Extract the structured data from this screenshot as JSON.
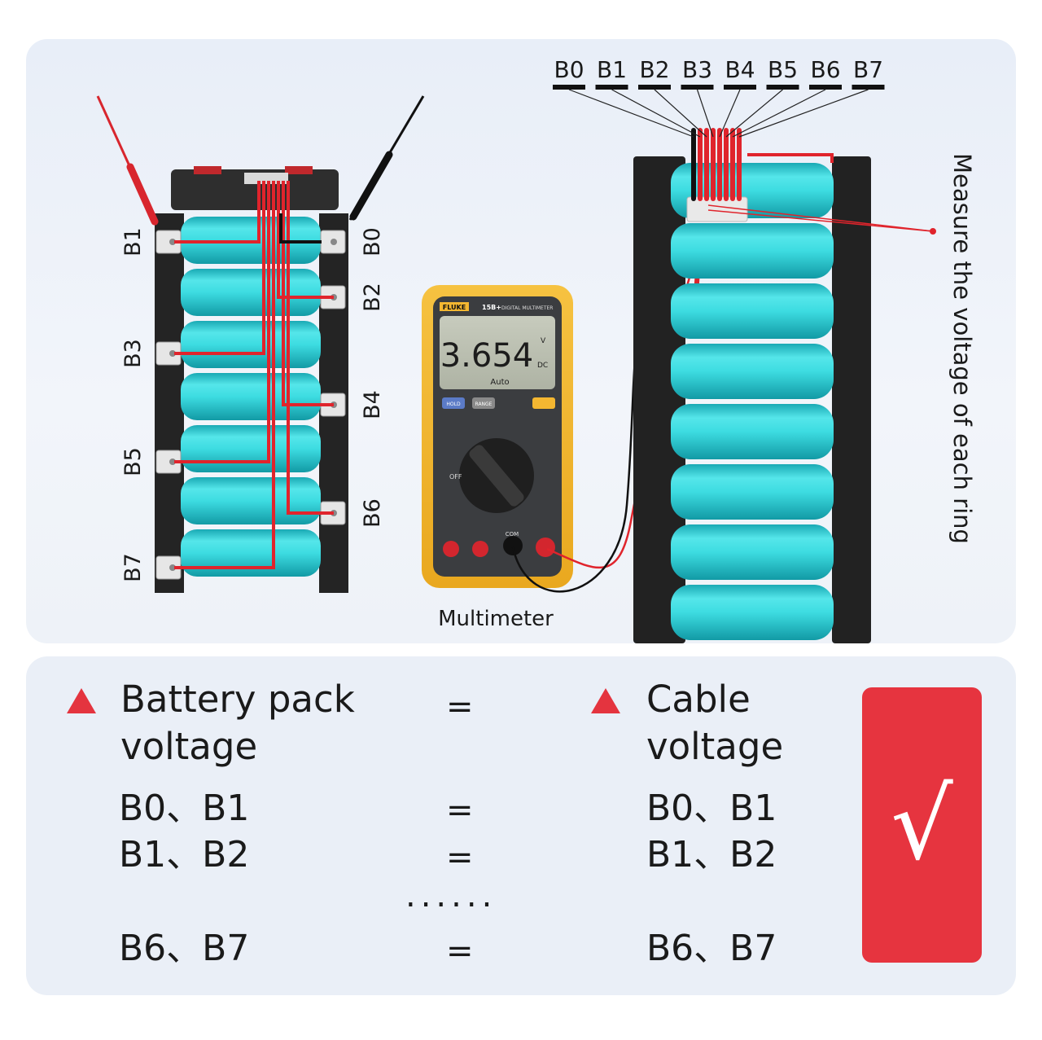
{
  "labels": {
    "top_cable": [
      "B0",
      "B1",
      "B2",
      "B3",
      "B4",
      "B5",
      "B6",
      "B7"
    ],
    "left_side": [
      "B1",
      "B3",
      "B5",
      "B7"
    ],
    "right_side": [
      "B0",
      "B2",
      "B4",
      "B6"
    ]
  },
  "multimeter": {
    "brand": "FLUKE",
    "model": "15B+",
    "model_desc": "DIGITAL MULTIMETER",
    "reading": "3.654",
    "unit_top": "V",
    "unit_bottom": "DC",
    "mode": "Auto",
    "hold_button": "HOLD",
    "range_button": "RANGE",
    "off_label": "OFF",
    "com_label": "COM",
    "caption": "Multimeter"
  },
  "annotation": "Measure the voltage of each ring",
  "comparison": {
    "left_heading": "Battery pack voltage",
    "right_heading": "Cable voltage",
    "equals": "=",
    "rows": [
      {
        "left": "B0、B1",
        "right": "B0、B1"
      },
      {
        "left": "B1、B2",
        "right": "B1、B2"
      },
      {
        "left": "B6、B7",
        "right": "B6、B7"
      }
    ],
    "ellipsis": "......",
    "check": "√"
  },
  "colors": {
    "cell": "#35d3d8",
    "frame": "#232323",
    "wire_red": "#e0242c",
    "accent": "#e6343f",
    "meter_body": "#f4b731"
  }
}
